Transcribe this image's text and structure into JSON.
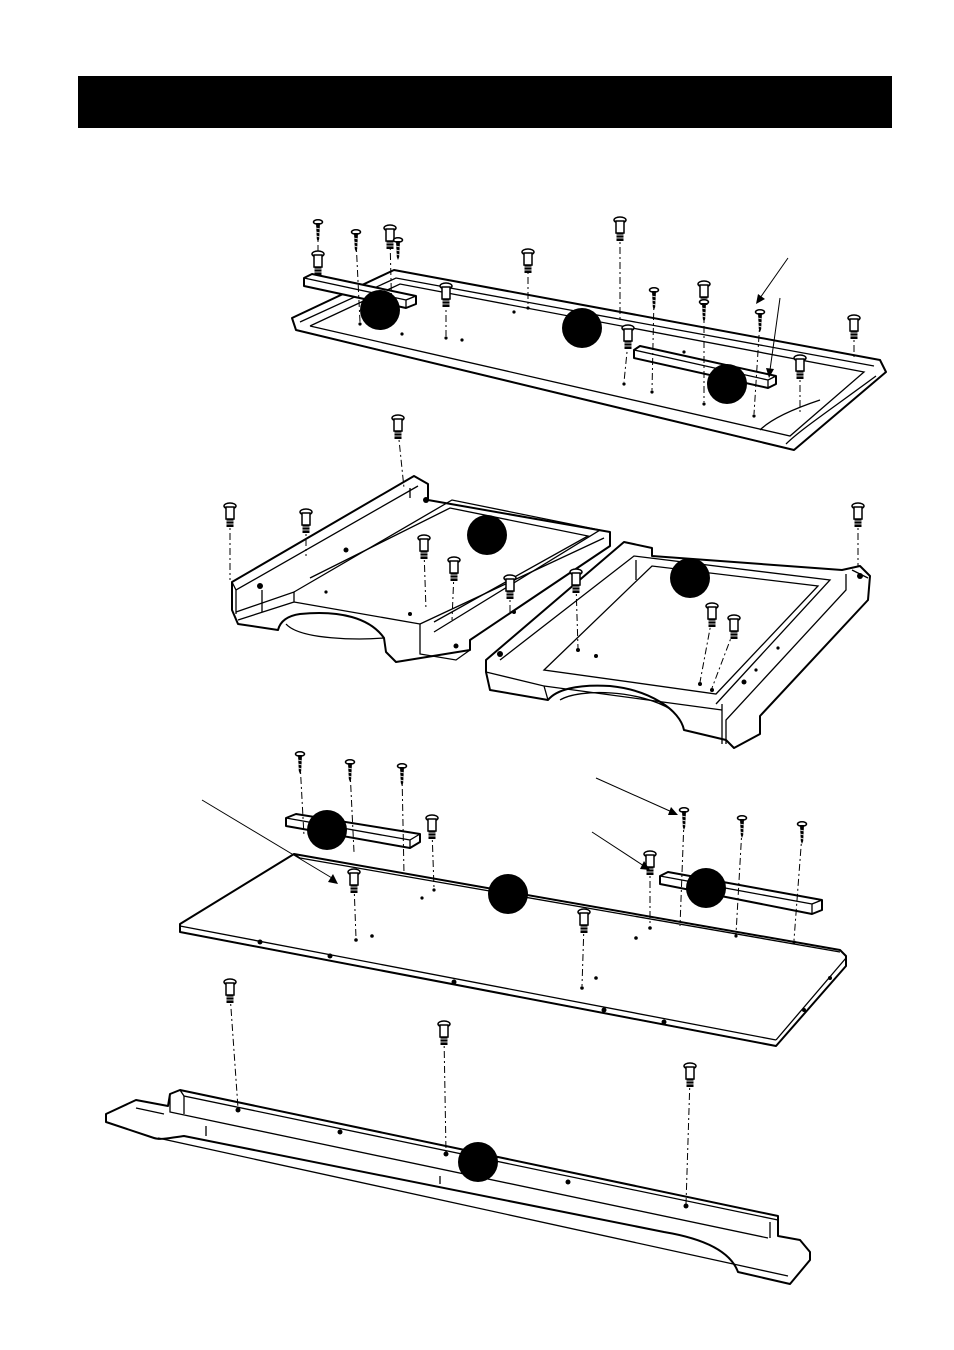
{
  "header": {
    "title": ""
  },
  "callouts": [
    {
      "id": "badge-top-left",
      "label": ""
    },
    {
      "id": "badge-top-center",
      "label": ""
    },
    {
      "id": "badge-top-right",
      "label": ""
    },
    {
      "id": "badge-side-left",
      "label": ""
    },
    {
      "id": "badge-side-right",
      "label": ""
    },
    {
      "id": "badge-shelf-left",
      "label": ""
    },
    {
      "id": "badge-shelf-center",
      "label": ""
    },
    {
      "id": "badge-shelf-right",
      "label": ""
    },
    {
      "id": "badge-base",
      "label": ""
    }
  ],
  "colors": {
    "header_bg": "#000000",
    "line": "#000000",
    "fill": "#ffffff"
  }
}
